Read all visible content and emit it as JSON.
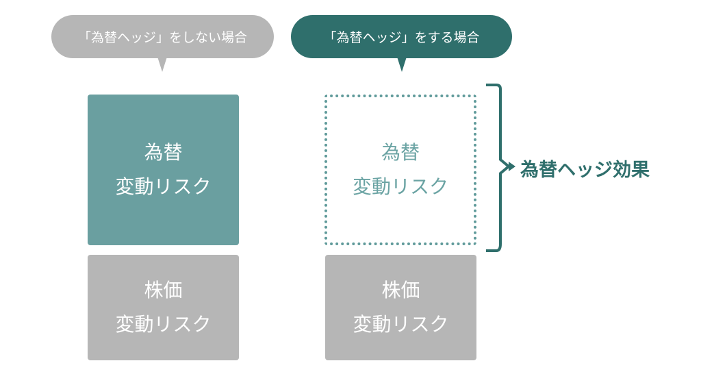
{
  "bubbles": {
    "without_hedge": "「為替ヘッジ」をしない場合",
    "with_hedge": "「為替ヘッジ」をする場合"
  },
  "boxes": {
    "fx_risk": {
      "line1": "為替",
      "line2": "変動リスク"
    },
    "stock_risk": {
      "line1": "株価",
      "line2": "変動リスク"
    }
  },
  "effect_label": "為替ヘッジ効果",
  "colors": {
    "gray": "#b6b6b6",
    "teal_dark": "#2f6f6c",
    "teal": "#6a9fa0"
  }
}
